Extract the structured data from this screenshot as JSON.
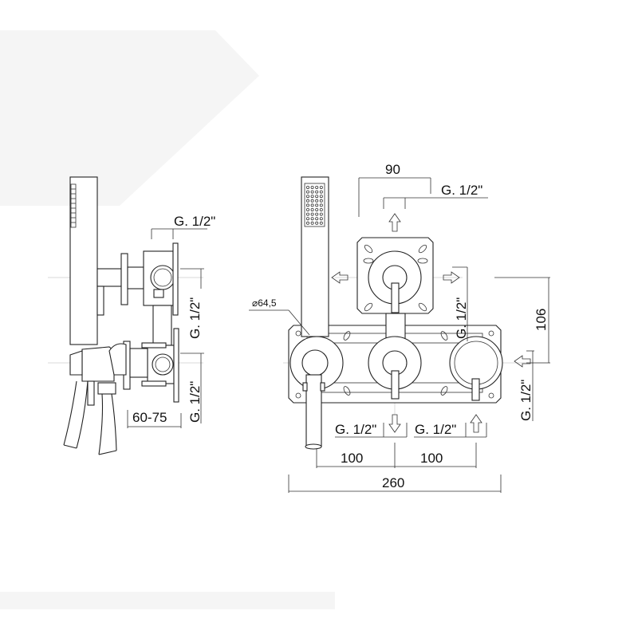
{
  "side_view": {
    "connection_top": "G. 1/2\"",
    "connection_upper": "G. 1/2\"",
    "connection_lower": "G. 1/2\"",
    "depth_range": "60-75"
  },
  "front_view": {
    "width_top": "90",
    "connection_top": "G. 1/2\"",
    "connection_right_upper": "G. 1/2\"",
    "height_offset": "106",
    "connection_right_lower": "G. 1/2\"",
    "diameter": "⌀64,5",
    "connection_bottom_left": "G. 1/2\"",
    "connection_bottom_right": "G. 1/2\"",
    "spacing_left": "100",
    "spacing_right": "100",
    "total_width": "260"
  },
  "colors": {
    "line": "#222222",
    "background_shape": "#f4f4f4"
  }
}
